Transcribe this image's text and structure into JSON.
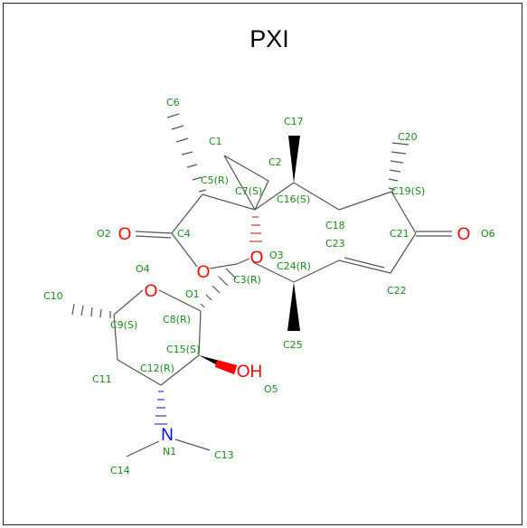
{
  "title": "PXI",
  "colors": {
    "bond": "#555555",
    "carbon_label": "#1a8a1a",
    "oxygen": "#ff0000",
    "nitrogen": "#0000ff",
    "border": "#222222"
  },
  "heteroatoms": {
    "O2": "O",
    "O4": "O",
    "O3": "O",
    "O5": "OH",
    "O6": "O",
    "N1": "N"
  },
  "labels": {
    "C1": "C1",
    "C2": "C2",
    "C3": "C3(R)",
    "C4": "C4",
    "C5": "C5(R)",
    "C6": "C6",
    "C7": "C7(S)",
    "C8": "C8(R)",
    "C9": "C9(S)",
    "C10": "C10",
    "C11": "C11",
    "C12": "C12(R)",
    "C13": "C13",
    "C14": "C14",
    "C15": "C15(S)",
    "C16": "C16(S)",
    "C17": "C17",
    "C18": "C18",
    "C19": "C19(S)",
    "C20": "C20",
    "C21": "C21",
    "C22": "C22",
    "C23": "C23",
    "C24": "C24(R)",
    "C25": "C25",
    "O1": "O1",
    "O2": "O2",
    "O3": "O3",
    "O4": "O4",
    "O5": "O5",
    "O6": "O6",
    "N1": "N1"
  }
}
